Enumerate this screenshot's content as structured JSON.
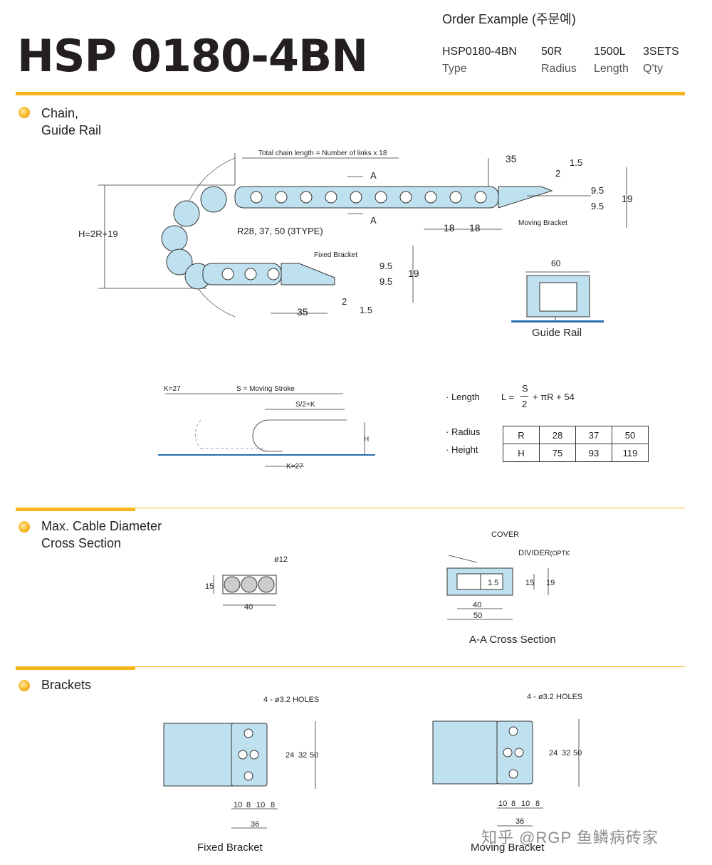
{
  "header": {
    "product_code": "HSP 0180-4BN",
    "order_title": "Order Example (주문예)",
    "order_values": [
      "HSP0180-4BN",
      "50R",
      "1500L",
      "3SETS"
    ],
    "order_labels": [
      "Type",
      "Radius",
      "Length",
      "Q'ty"
    ]
  },
  "sections": {
    "chain": {
      "line1": "Chain,",
      "line2": "Guide Rail"
    },
    "cable": {
      "line1": "Max. Cable Diameter",
      "line2": "Cross Section"
    },
    "brackets": {
      "line1": "Brackets"
    }
  },
  "chain_drawing": {
    "total_length_note": "Total chain length = Number of links x 18",
    "height_formula": "H=2R+19",
    "radius_note": "R28, 37, 50 (3TYPE)",
    "fixed_bracket": "Fixed Bracket",
    "moving_bracket": "Moving Bracket",
    "section_mark": "A",
    "dims": {
      "d35": "35",
      "d2": "2",
      "d1_5": "1.5",
      "d9_5": "9.5",
      "d19": "19",
      "d18": "18"
    }
  },
  "guide_rail": {
    "width": "60",
    "caption": "Guide Rail"
  },
  "stroke_drawing": {
    "k": "K=27",
    "s": "S = Moving Stroke",
    "s2k": "S/2+K",
    "h": "H"
  },
  "formula": {
    "length_label": "· Length",
    "radius_label": "· Radius",
    "height_label": "· Height",
    "lhs": "L =",
    "numerator": "S",
    "denominator": "2",
    "rest": "+ πR + 54"
  },
  "radius_table": {
    "rows": [
      {
        "head": "R",
        "cells": [
          "28",
          "37",
          "50"
        ]
      },
      {
        "head": "H",
        "cells": [
          "75",
          "93",
          "119"
        ]
      }
    ]
  },
  "cable_drawing": {
    "diameter": "ø12",
    "height": "15",
    "width": "40"
  },
  "cross_section": {
    "cover": "COVER",
    "divider": "DIVIDER",
    "divider_option": "(OPTION)",
    "d1_5": "1.5",
    "d15": "15",
    "d19": "19",
    "d40": "40",
    "d50": "50",
    "caption": "A-A Cross Section"
  },
  "brackets_drawing": {
    "holes": "4 - ø3.2 HOLES",
    "d10": "10",
    "d8": "8",
    "d36": "36",
    "d24": "24",
    "d32": "32",
    "d50": "50",
    "fixed_caption": "Fixed Bracket",
    "moving_caption": "Moving Bracket"
  },
  "watermark": "知乎 @RGP 鱼鳞病砖家",
  "colors": {
    "accent": "#f4b41a",
    "link_fill": "#bfe1ef",
    "rail": "#2a6fb3"
  }
}
